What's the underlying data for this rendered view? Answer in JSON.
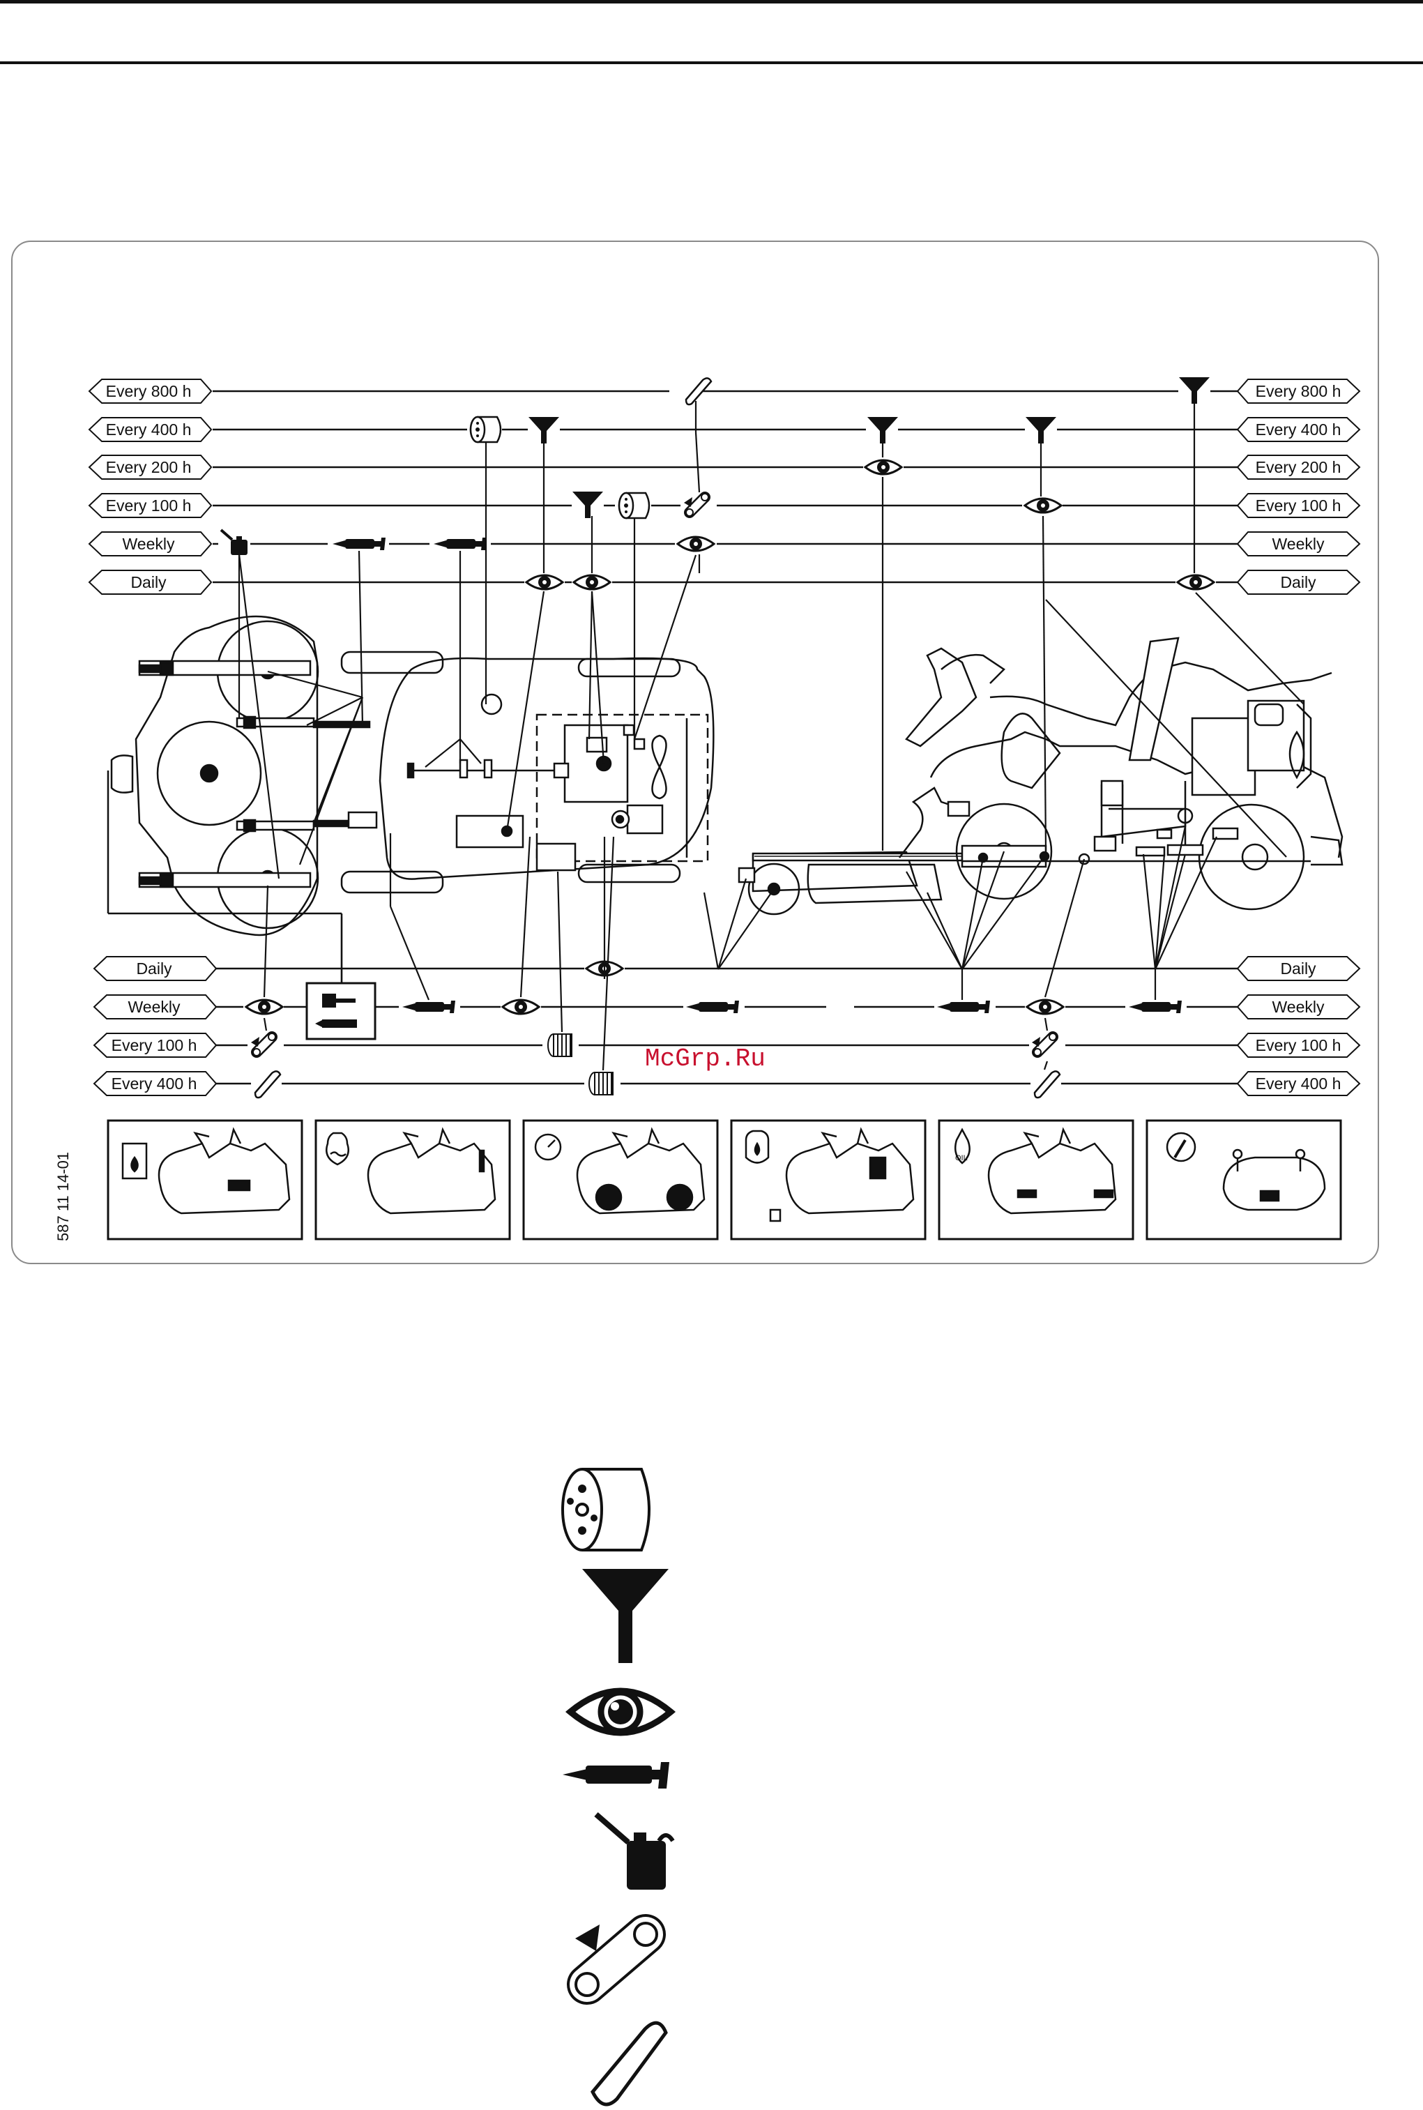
{
  "labels": {
    "every_800": "Every 800 h",
    "every_400": "Every 400 h",
    "every_200": "Every 200 h",
    "every_100": "Every 100 h",
    "weekly": "Weekly",
    "daily": "Daily"
  },
  "watermark": "McGrp.Ru",
  "part_number": "587 11 14-01",
  "legend_icons": [
    "oil-filter-icon",
    "fuel-filter-icon",
    "inspect-eye-icon",
    "grease-gun-icon",
    "oil-can-icon",
    "belt-adjust-icon",
    "belt-icon"
  ]
}
